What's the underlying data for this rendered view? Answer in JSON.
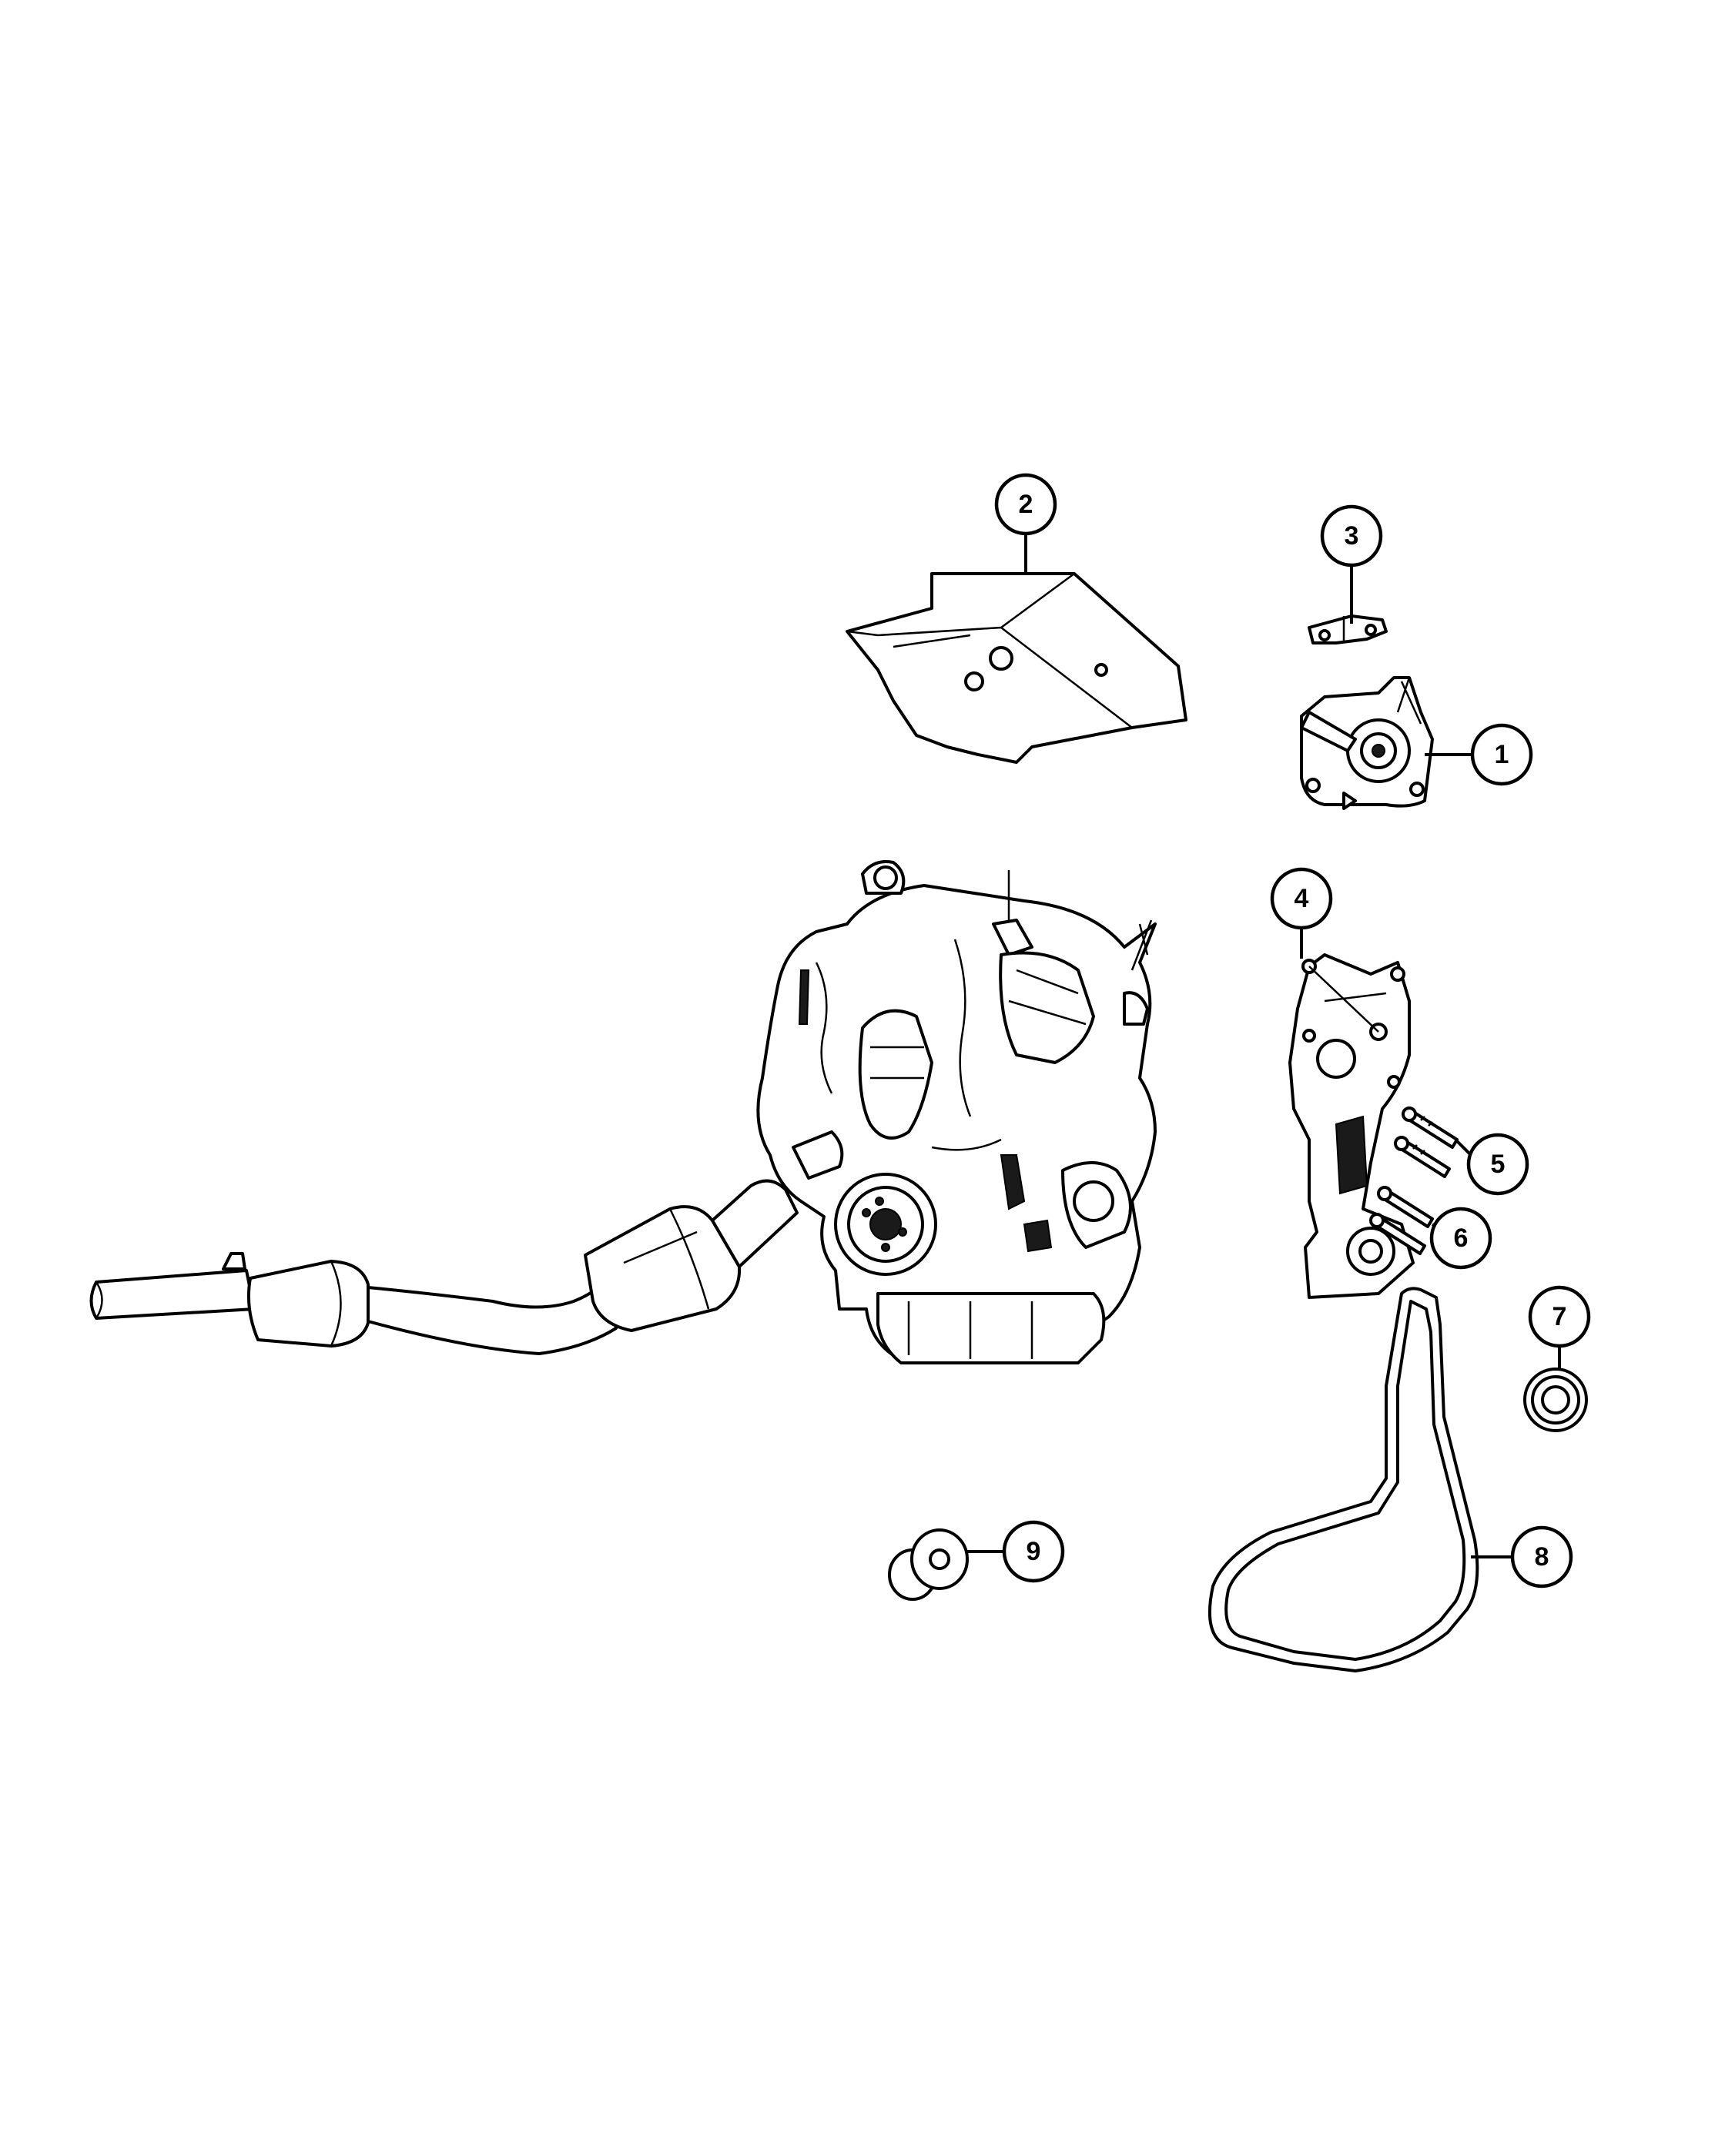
{
  "diagram": {
    "callouts": [
      {
        "id": "c1",
        "number": "1"
      },
      {
        "id": "c2",
        "number": "2"
      },
      {
        "id": "c3",
        "number": "3"
      },
      {
        "id": "c4",
        "number": "4"
      },
      {
        "id": "c5",
        "number": "5"
      },
      {
        "id": "c6",
        "number": "6"
      },
      {
        "id": "c7",
        "number": "7"
      },
      {
        "id": "c8",
        "number": "8"
      },
      {
        "id": "c9",
        "number": "9"
      }
    ]
  }
}
